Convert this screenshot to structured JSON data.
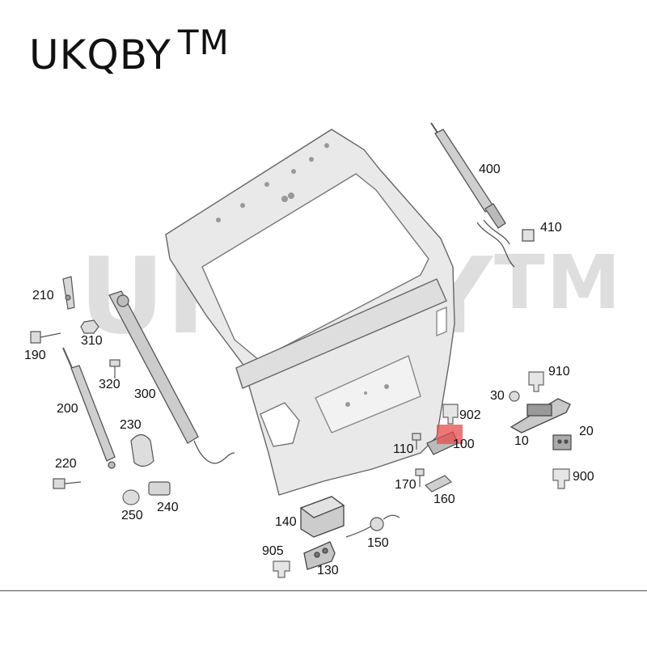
{
  "brand": {
    "name": "UKQBY",
    "tm": "TM"
  },
  "watermark": {
    "name": "UKQBY",
    "tm": "TM"
  },
  "highlight_color": "#e64b4b",
  "parts": [
    "400",
    "410",
    "210",
    "310",
    "190",
    "320",
    "300",
    "200",
    "230",
    "220",
    "250",
    "240",
    "910",
    "30",
    "902",
    "10",
    "20",
    "110",
    "100",
    "170",
    "160",
    "900",
    "140",
    "150",
    "905",
    "130"
  ]
}
